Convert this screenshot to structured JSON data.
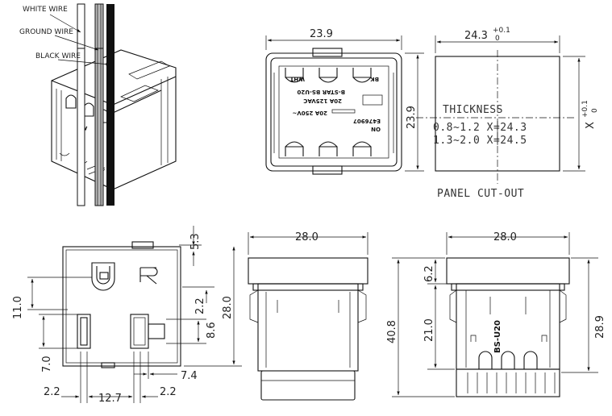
{
  "wire_labels": {
    "white": "WHITE WIRE",
    "ground": "GROUND WIRE",
    "black": "BLACK WIRE"
  },
  "switch_label": {
    "line1": "ON",
    "line2": "E476907",
    "line3": "20A 125VAC",
    "line4": "B-STAR BS-U20",
    "line5": "20A 250V~",
    "bk": "BK",
    "wht": "WHT"
  },
  "iso_label": "ON",
  "top_view": {
    "width": "23.9",
    "height": "23.9"
  },
  "panel": {
    "width": "24.3",
    "width_tol_upper": "+0.1",
    "width_tol_lower": "0",
    "height": "X",
    "height_tol_upper": "+0.1",
    "height_tol_lower": "0",
    "thickness_title": "THICKNESS",
    "thickness_row1": "0.8~1.2  X=24.3",
    "thickness_row2": "1.3~2.0  X=24.5",
    "caption": "PANEL CUT-OUT"
  },
  "bottom_view": {
    "height": "28.0",
    "top_offset": "5.3",
    "ground_dia": "11.0",
    "offset_22": "2.2",
    "slot_86": "8.6",
    "slot_70": "7.0",
    "slot_74": "7.4",
    "left_22": "2.2",
    "spacing": "12.7",
    "right_22": "2.2"
  },
  "front_view": {
    "width": "28.0"
  },
  "side_view": {
    "width": "28.0",
    "dim_62": "6.2",
    "dim_408": "40.8",
    "dim_210": "21.0",
    "dim_289": "28.9",
    "model": "BS-U20"
  }
}
